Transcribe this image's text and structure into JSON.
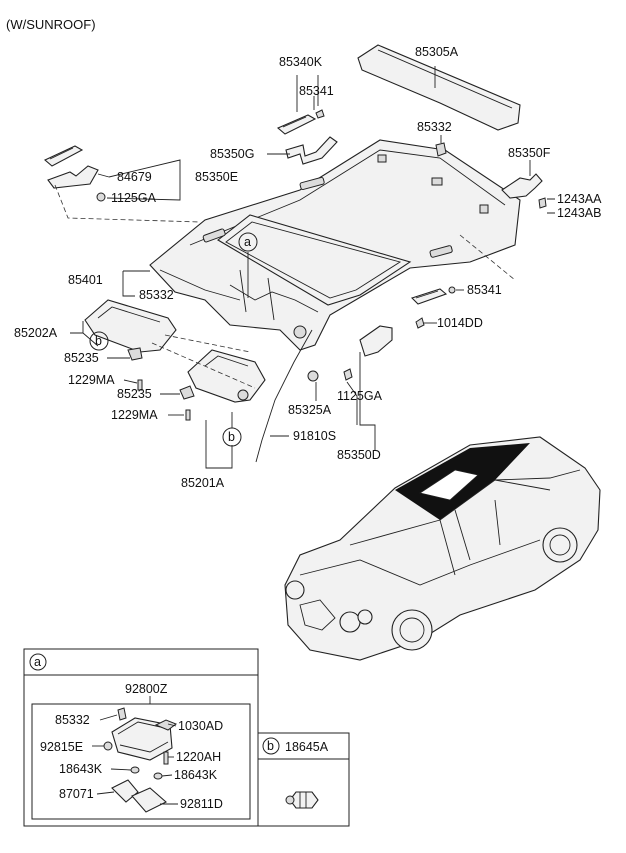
{
  "title": "(W/SUNROOF)",
  "parts": {
    "p85305A": "85305A",
    "p85340K": "85340K",
    "p85341_top": "85341",
    "p85332_top": "85332",
    "p85350G": "85350G",
    "p85350F": "85350F",
    "p84679": "84679",
    "p85350E": "85350E",
    "p1125GA_left": "1125GA",
    "p1243AA": "1243AA",
    "p1243AB": "1243AB",
    "p85401": "85401",
    "p85332_mid": "85332",
    "p85341_right": "85341",
    "p85202A": "85202A",
    "p1014DD": "1014DD",
    "p85235_a": "85235",
    "p1229MA_a": "1229MA",
    "p85235_b": "85235",
    "p1229MA_b": "1229MA",
    "p85325A": "85325A",
    "p1125GA_right": "1125GA",
    "p91810S": "91810S",
    "p85350D": "85350D",
    "p85201A": "85201A"
  },
  "callouts": {
    "a": "a",
    "b": "b"
  },
  "inset_a": {
    "tag": "a",
    "assembly": "92800Z",
    "p85332": "85332",
    "p1030AD": "1030AD",
    "p92815E": "92815E",
    "p1220AH": "1220AH",
    "p18643K_left": "18643K",
    "p18643K_right": "18643K",
    "p87071": "87071",
    "p92811D": "92811D"
  },
  "inset_b": {
    "tag": "b",
    "part": "18645A"
  }
}
